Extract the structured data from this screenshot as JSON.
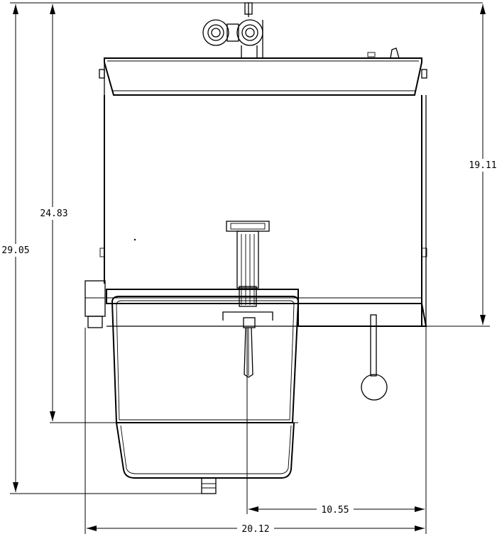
{
  "dimensions": {
    "overall_height": "29.05",
    "mid_height": "24.83",
    "upper_height": "19.11",
    "center_offset": "10.55",
    "overall_width": "20.12"
  }
}
